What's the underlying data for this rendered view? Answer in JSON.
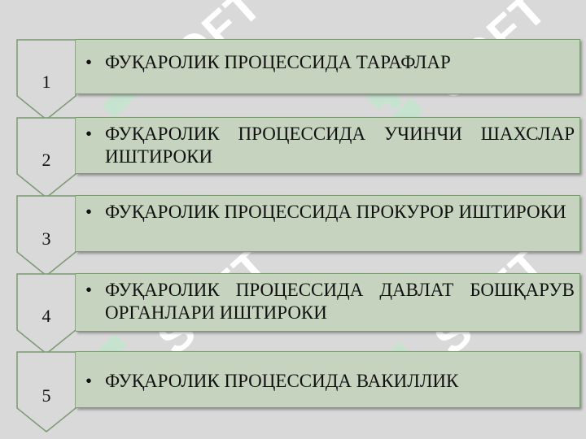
{
  "watermark": {
    "text": "SOFT",
    "color": "#ffffff",
    "accent": "#b8ecc8"
  },
  "colors": {
    "background": "#d9d9d9",
    "box_fill": "#c6d3bf",
    "box_border": "#7b9a72",
    "chevron_fill": "#d9d9d9",
    "chevron_stroke": "#7b9a72"
  },
  "items": [
    {
      "number": "1",
      "bullet": "•",
      "text": "ФУҚАРОЛИК ПРОЦЕССИДА ТАРАФЛАР"
    },
    {
      "number": "2",
      "bullet": "•",
      "text": "ФУҚАРОЛИК ПРОЦЕССИДА УЧИНЧИ ШАХСЛАР ИШТИРОКИ"
    },
    {
      "number": "3",
      "bullet": "•",
      "text": "ФУҚАРОЛИК ПРОЦЕССИДА ПРОКУРОР ИШТИРОКИ"
    },
    {
      "number": "4",
      "bullet": "•",
      "text": "ФУҚАРОЛИК ПРОЦЕССИДА ДАВЛАТ БОШҚАРУВ ОРГАНЛАРИ ИШТИРОКИ"
    },
    {
      "number": "5",
      "bullet": "•",
      "text": "ФУҚАРОЛИК ПРОЦЕССИДА ВАКИЛЛИК"
    }
  ]
}
